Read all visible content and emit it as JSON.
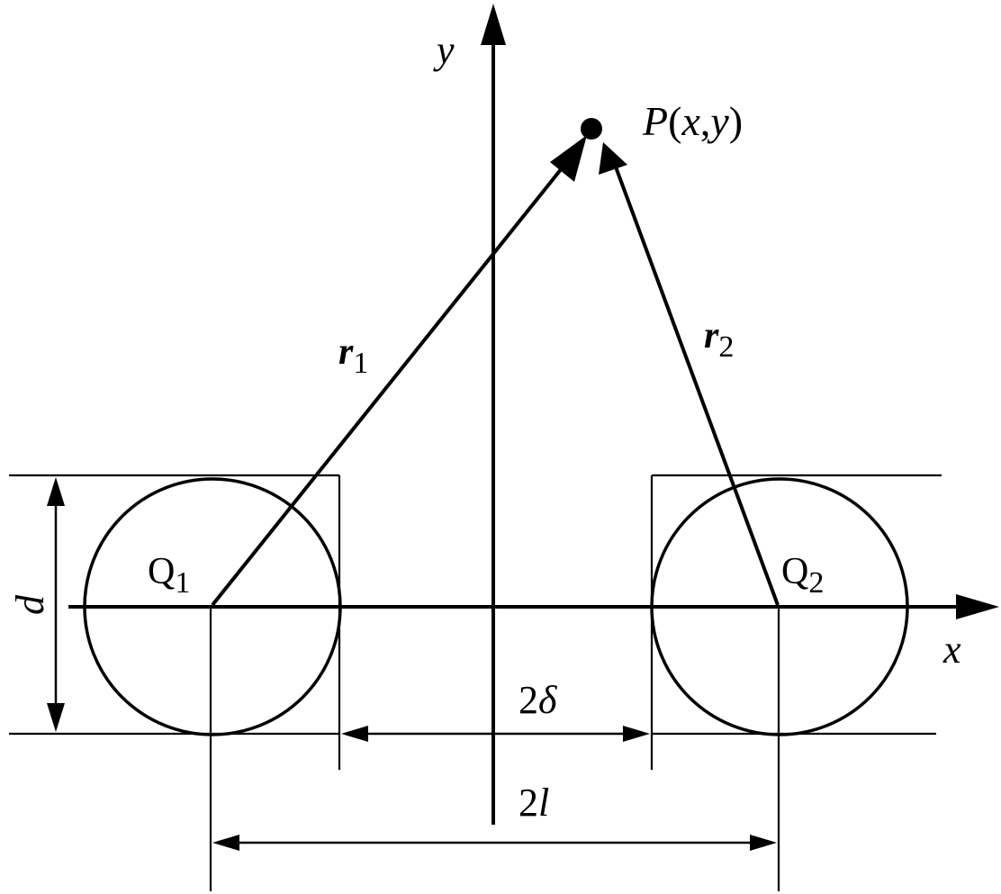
{
  "axes": {
    "x_label": "x",
    "y_label": "y"
  },
  "point": {
    "name": "P",
    "coords": "(x,y)",
    "open_paren": "(",
    "x_var": "x",
    "comma": ",",
    "y_var": "y",
    "close_paren": ")"
  },
  "vectors": {
    "r1": {
      "symbol": "r",
      "subscript": "1"
    },
    "r2": {
      "symbol": "r",
      "subscript": "2"
    }
  },
  "conductors": {
    "q1": {
      "symbol": "Q",
      "subscript": "1"
    },
    "q2": {
      "symbol": "Q",
      "subscript": "2"
    }
  },
  "dimensions": {
    "diameter": "d",
    "gap": {
      "coefficient": "2",
      "symbol": "δ"
    },
    "separation": {
      "coefficient": "2",
      "symbol": "l"
    }
  },
  "colors": {
    "stroke": "#000000",
    "background": "#ffffff"
  }
}
